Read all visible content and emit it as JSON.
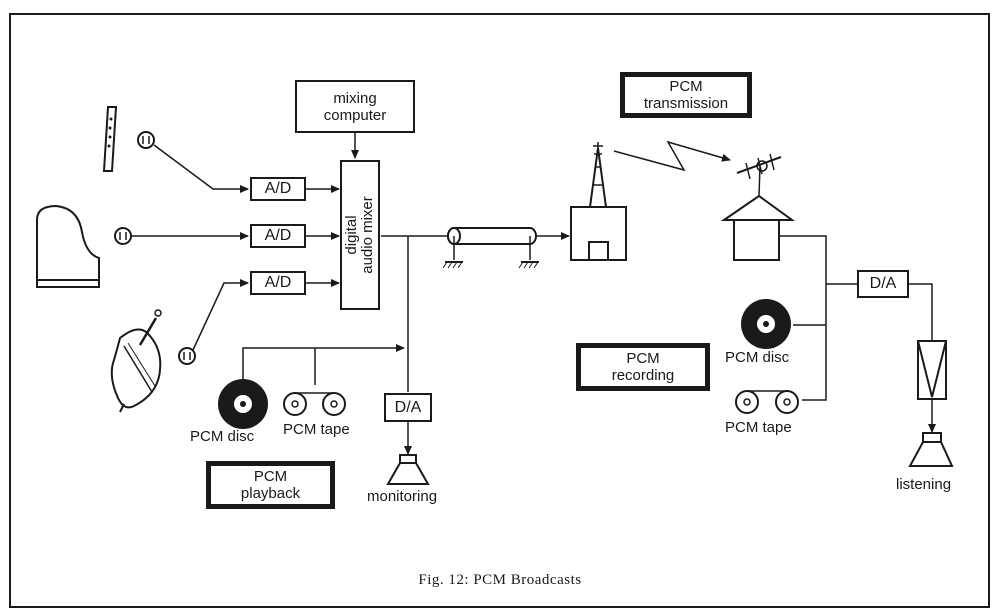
{
  "caption": "Fig. 12: PCM Broadcasts",
  "nodes": {
    "mixing_computer": [
      "mixing",
      "computer"
    ],
    "digital_audio_mixer": [
      "digital",
      "audio mixer"
    ],
    "ad_converter": "A/D",
    "da_converter": "D/A",
    "pcm_transmission": [
      "PCM",
      "transmission"
    ],
    "pcm_recording": [
      "PCM",
      "recording"
    ],
    "pcm_playback": [
      "PCM",
      "playback"
    ],
    "pcm_disc": "PCM disc",
    "pcm_tape": "PCM tape",
    "monitoring": "monitoring",
    "listening": "listening"
  }
}
